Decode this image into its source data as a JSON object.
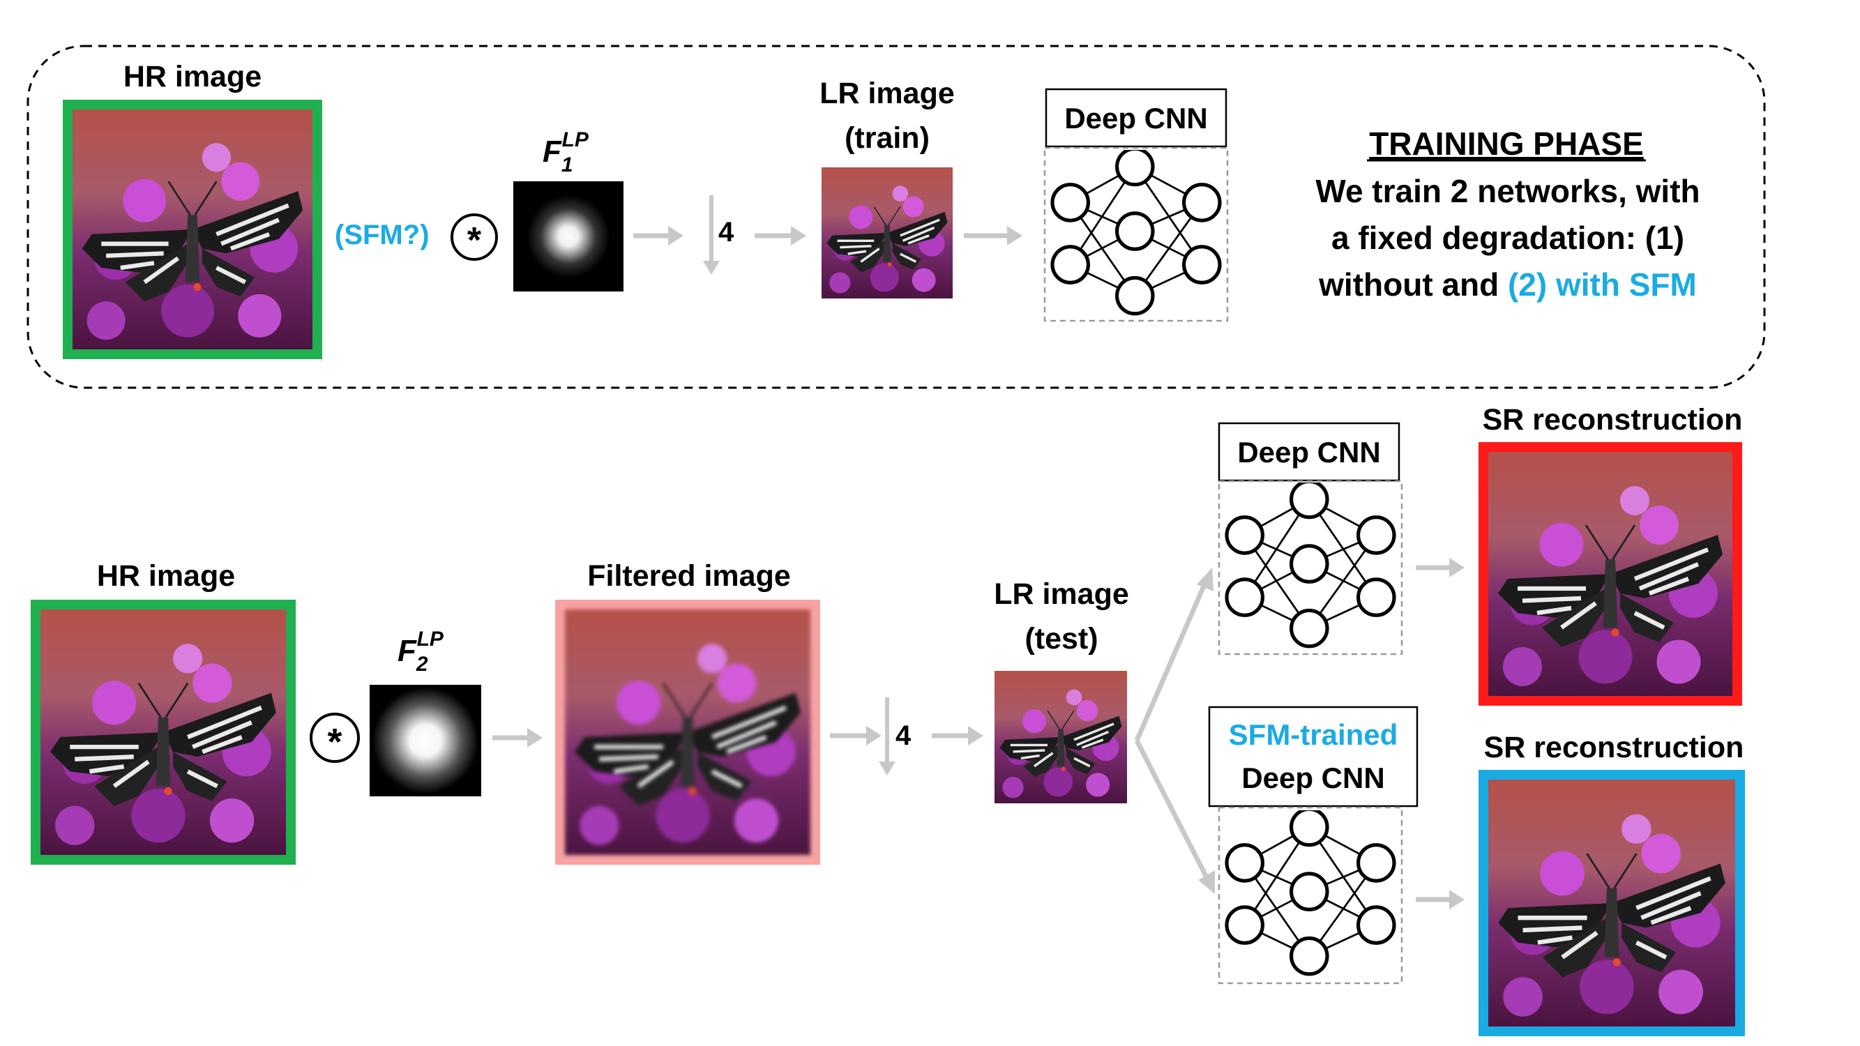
{
  "colors": {
    "hr_border": "#1fb04f",
    "filtered_border": "#f7a3a3",
    "sr_plain_border": "#ff1a1a",
    "sr_sfm_border": "#1aabe3",
    "highlight_text": "#1aabe3",
    "arrow": "#c8c8c8"
  },
  "training": {
    "hr_label": "HR image",
    "sfm_label": "(SFM?)",
    "conv_symbol": "*",
    "filter_main": "F",
    "filter_sub": "1",
    "filter_sup": "LP",
    "downsample": "4",
    "lr_label_line1": "LR image",
    "lr_label_line2": "(train)",
    "cnn_label": "Deep CNN",
    "phase_title": "TRAINING PHASE",
    "desc_line1": "We train 2 networks, with",
    "desc_line2": "a fixed degradation: (1)",
    "desc_line3_plain": "without and ",
    "desc_line3_highlight": "(2) with SFM"
  },
  "testing": {
    "hr_label": "HR image",
    "conv_symbol": "*",
    "filter_main": "F",
    "filter_sub": "2",
    "filter_sup": "LP",
    "filtered_label": "Filtered image",
    "downsample": "4",
    "lr_label_line1": "LR image",
    "lr_label_line2": "(test)",
    "cnn_plain_label": "Deep CNN",
    "cnn_sfm_line1": "SFM-trained",
    "cnn_sfm_line2": "Deep CNN",
    "sr_label_top": "SR reconstruction",
    "sr_label_bottom": "SR reconstruction"
  }
}
